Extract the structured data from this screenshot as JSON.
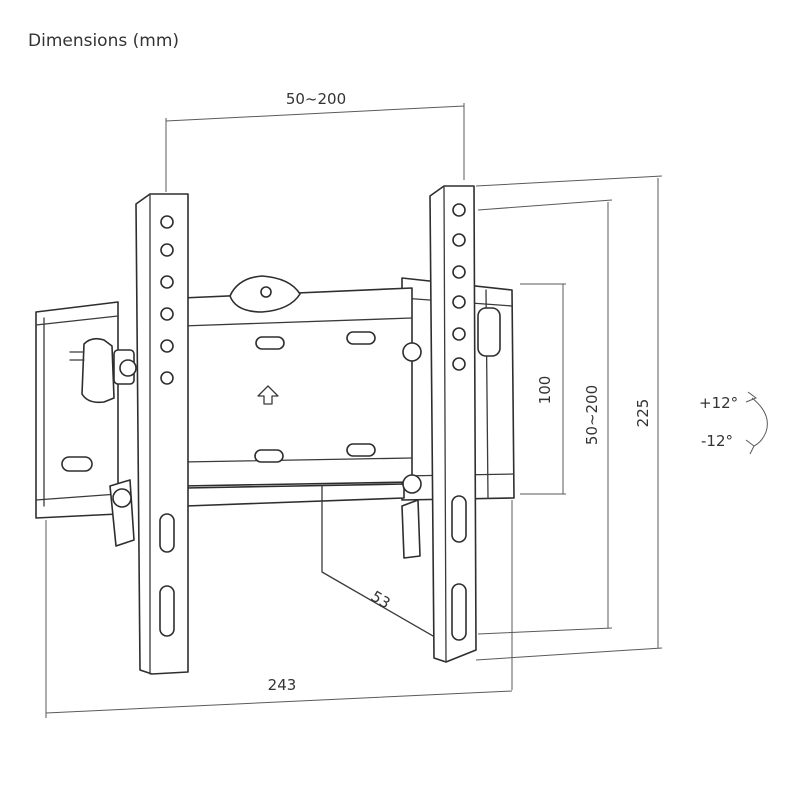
{
  "title": "Dimensions (mm)",
  "dimensions": {
    "vesa_horizontal": "50~200",
    "vesa_vertical": "50~200",
    "wall_plate_height": "100",
    "overall_height": "225",
    "overall_width": "243",
    "depth": "53"
  },
  "tilt": {
    "up": "+12°",
    "down": "-12°"
  }
}
